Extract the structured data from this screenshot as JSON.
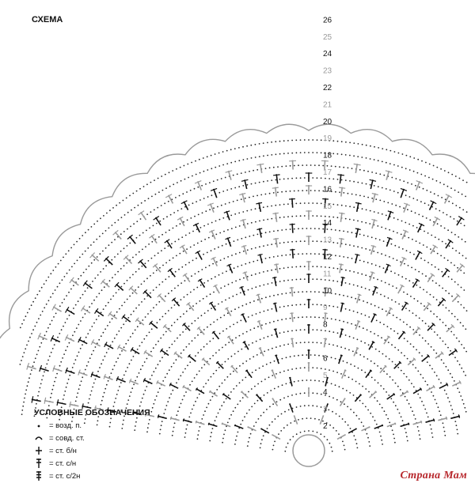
{
  "title": "СХЕМА",
  "legend": {
    "title": "УСЛОВНЫЕ ОБОЗНАЧЕНИЯ",
    "items": [
      {
        "symbol": "chain-icon",
        "text": "= возд. п."
      },
      {
        "symbol": "slip-stitch-icon",
        "text": "= совд. ст."
      },
      {
        "symbol": "single-crochet-icon",
        "text": "= ст. б/н"
      },
      {
        "symbol": "double-crochet-icon",
        "text": "= ст. с/н"
      },
      {
        "symbol": "treble-crochet-icon",
        "text": "= ст. с/2н"
      }
    ]
  },
  "row_numbers": [
    "2",
    "3",
    "4",
    "5",
    "6",
    "7",
    "8",
    "9",
    "10",
    "11",
    "12",
    "13",
    "14",
    "15",
    "16",
    "17",
    "18",
    "19",
    "20",
    "21",
    "22",
    "23",
    "24",
    "25",
    "26"
  ],
  "colors": {
    "dark": "#111111",
    "gray": "#9a9a9a",
    "dots": "#2a2a2a"
  },
  "watermark": "Страна Мам"
}
